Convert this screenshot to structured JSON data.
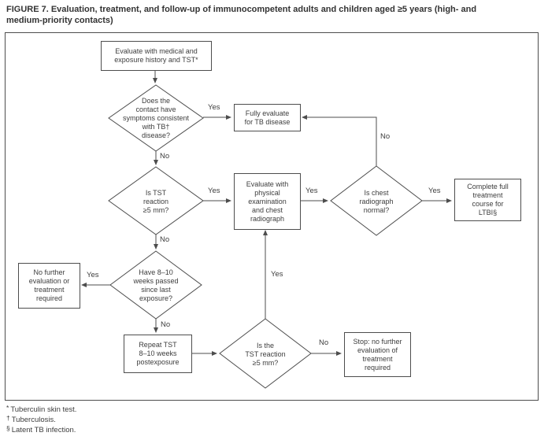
{
  "title": "FIGURE 7. Evaluation, treatment, and follow-up of immunocompetent adults and children aged ≥5 years (high- and\nmedium-priority contacts)",
  "labels": {
    "yes": "Yes",
    "no": "No"
  },
  "nodes": {
    "evaluate_history": "Evaluate with medical and\nexposure history and TST*",
    "symptoms_diamond": "Does the\ncontact have\nsymptoms consistent\nwith TB†\ndisease?",
    "fully_evaluate": "Fully evaluate\nfor TB disease",
    "tst_diamond": "Is TST\nreaction\n≥5 mm?",
    "evaluate_physical": "Evaluate with\nphysical\nexamination\nand chest\nradiograph",
    "radiograph_diamond": "Is chest\nradiograph\nnormal?",
    "complete_course": "Complete full\ntreatment\ncourse for\nLTBI§",
    "weeks_diamond": "Have 8–10\nweeks passed\nsince last\nexposure?",
    "no_further": "No further\nevaluation or\ntreatment\nrequired",
    "repeat_tst": "Repeat TST\n8–10 weeks\npostexposure",
    "tst_repeat_diamond": "Is the\nTST reaction\n≥5 mm?",
    "stop": "Stop: no further\nevaluation of\ntreatment\nrequired"
  },
  "footnotes": [
    {
      "marker": "*",
      "text": "Tuberculin skin test."
    },
    {
      "marker": "†",
      "text": "Tuberculosis."
    },
    {
      "marker": "§",
      "text": "Latent TB infection."
    }
  ],
  "colors": {
    "line": "#4d4d4d",
    "text": "#3d3d3d"
  }
}
